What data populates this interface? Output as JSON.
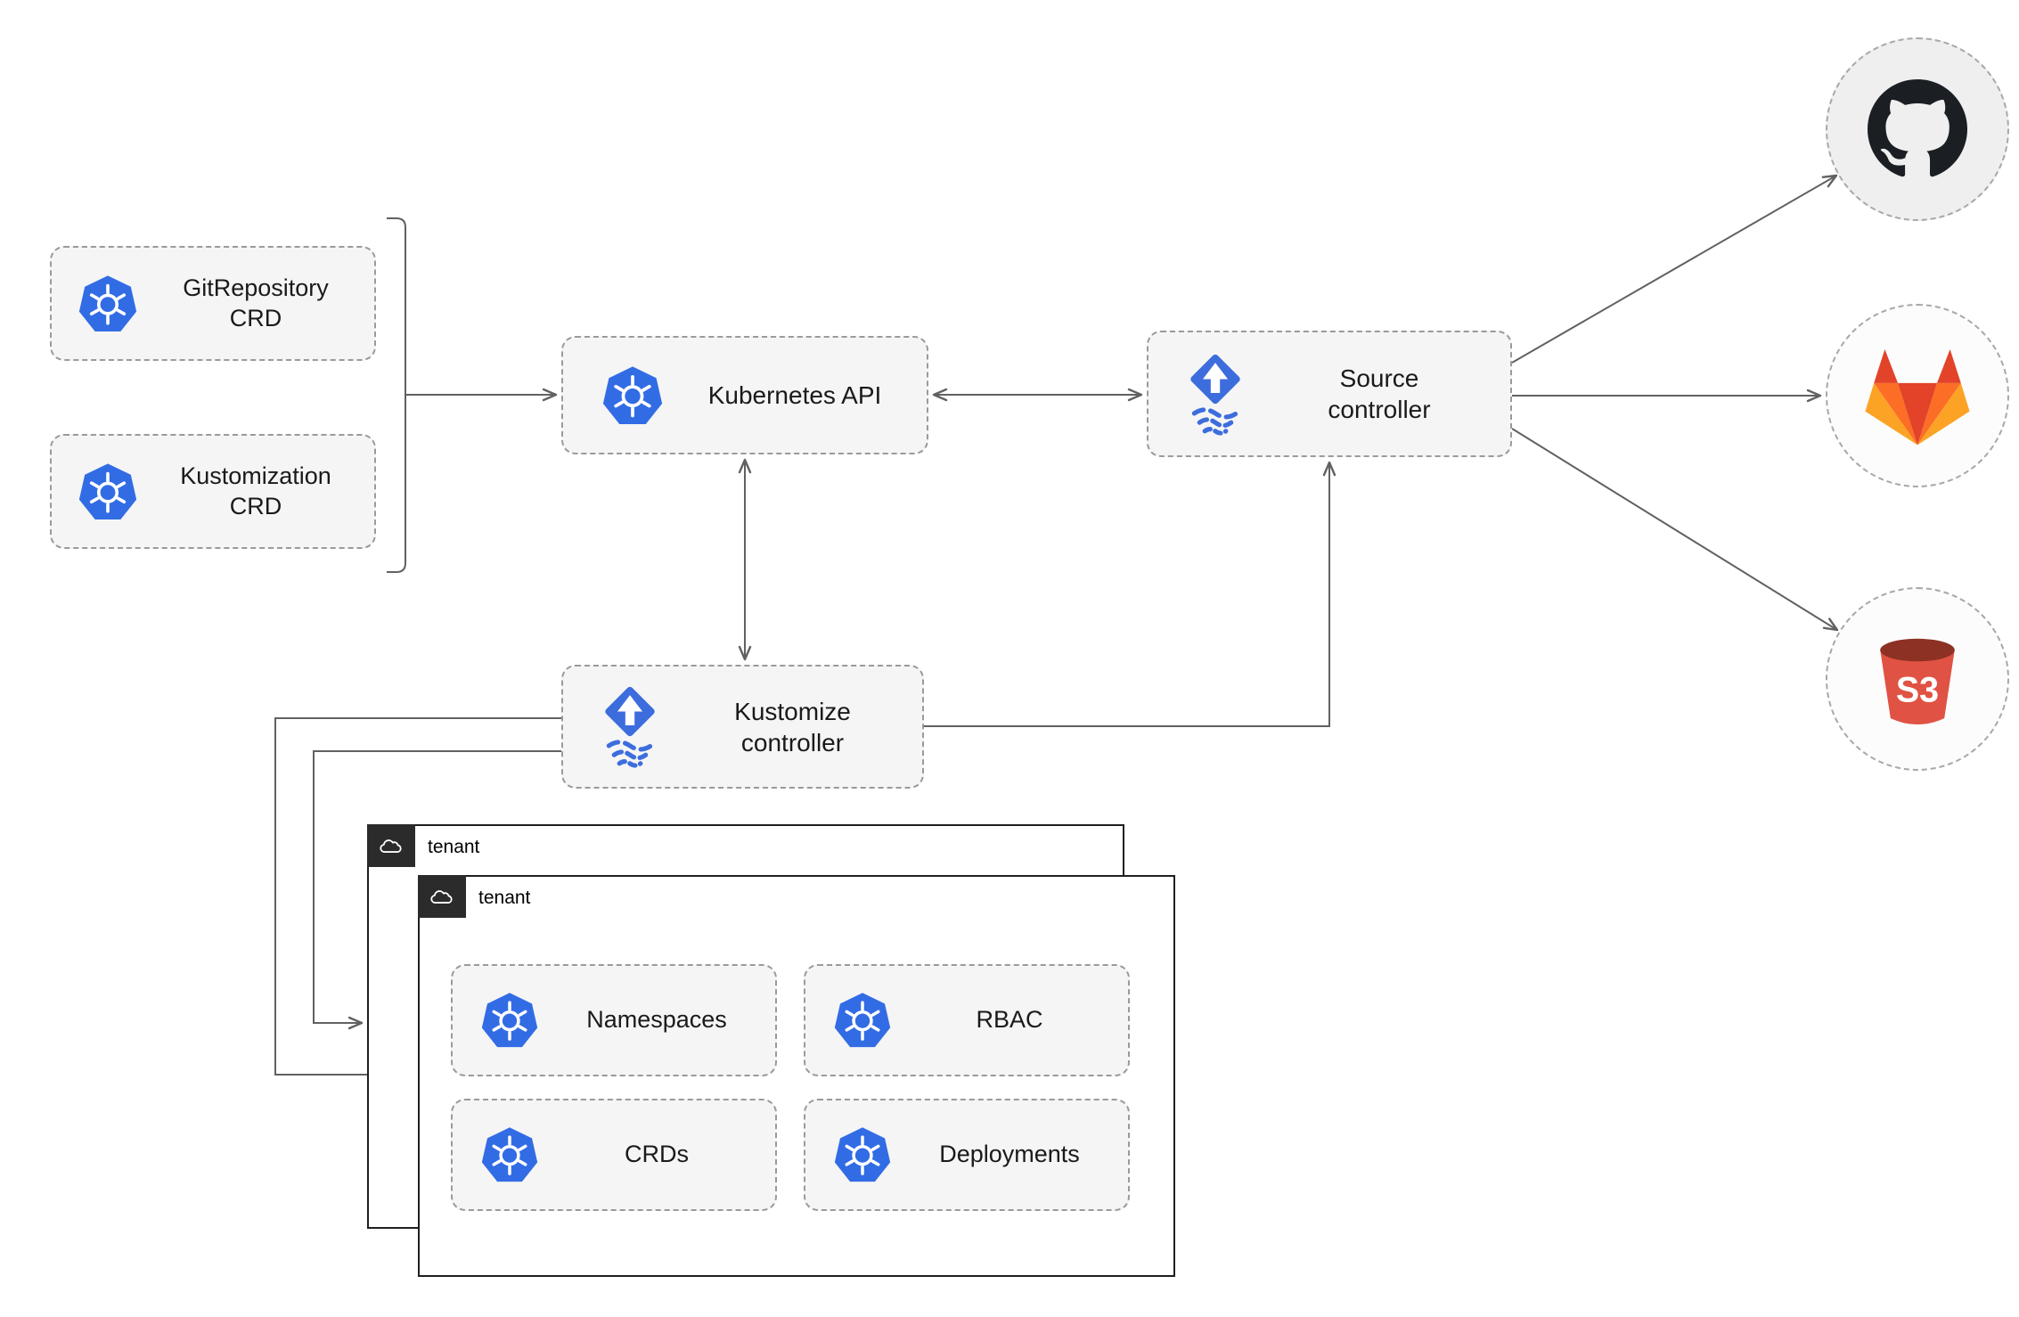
{
  "colors": {
    "kubernetes_blue": "#326ce5",
    "flux_blue": "#3d6ddd",
    "node_fill": "#f5f5f5",
    "node_border": "#9a9a9a",
    "connector_gray": "#616161",
    "tenant_border": "#1f1f1f",
    "tenant_tab_bg": "#2b2b2b",
    "github_black": "#1b1f24",
    "gitlab_red": "#e24329",
    "gitlab_orange": "#fc6d26",
    "gitlab_amber": "#fca326",
    "s3_body_red": "#e05243",
    "s3_rim_maroon": "#8c3123"
  },
  "nodes": {
    "gitrepository_crd": {
      "label": "GitRepository\nCRD",
      "icon": "kubernetes-icon"
    },
    "kustomization_crd": {
      "label": "Kustomization\nCRD",
      "icon": "kubernetes-icon"
    },
    "kubernetes_api": {
      "label": "Kubernetes API",
      "icon": "kubernetes-icon"
    },
    "source_controller": {
      "label": "Source\ncontroller",
      "icon": "flux-icon"
    },
    "kustomize_controller": {
      "label": "Kustomize\ncontroller",
      "icon": "flux-icon"
    },
    "namespaces": {
      "label": "Namespaces",
      "icon": "kubernetes-icon"
    },
    "rbac": {
      "label": "RBAC",
      "icon": "kubernetes-icon"
    },
    "crds": {
      "label": "CRDs",
      "icon": "kubernetes-icon"
    },
    "deployments": {
      "label": "Deployments",
      "icon": "kubernetes-icon"
    }
  },
  "groups": {
    "tenant_back": {
      "label": "tenant",
      "icon": "cloud-icon"
    },
    "tenant_front": {
      "label": "tenant",
      "icon": "cloud-icon"
    }
  },
  "external_targets": {
    "github": {
      "icon": "github-icon"
    },
    "gitlab": {
      "icon": "gitlab-icon"
    },
    "s3": {
      "icon": "s3-bucket-icon",
      "label": "S3"
    }
  },
  "edges": [
    {
      "from": "crd-bracket",
      "to": "kubernetes_api",
      "style": "arrow"
    },
    {
      "from": "kubernetes_api",
      "to": "source_controller",
      "style": "double-arrow"
    },
    {
      "from": "kubernetes_api",
      "to": "kustomize_controller",
      "style": "double-arrow"
    },
    {
      "from": "kustomize_controller",
      "to": "source_controller",
      "style": "arrow"
    },
    {
      "from": "source_controller",
      "to": "github",
      "style": "arrow"
    },
    {
      "from": "source_controller",
      "to": "gitlab",
      "style": "arrow"
    },
    {
      "from": "source_controller",
      "to": "s3",
      "style": "arrow"
    },
    {
      "from": "kustomize_controller",
      "to": "tenant_front",
      "style": "arrow"
    },
    {
      "from": "kustomize_controller",
      "to": "tenant_back",
      "style": "arrow"
    }
  ]
}
